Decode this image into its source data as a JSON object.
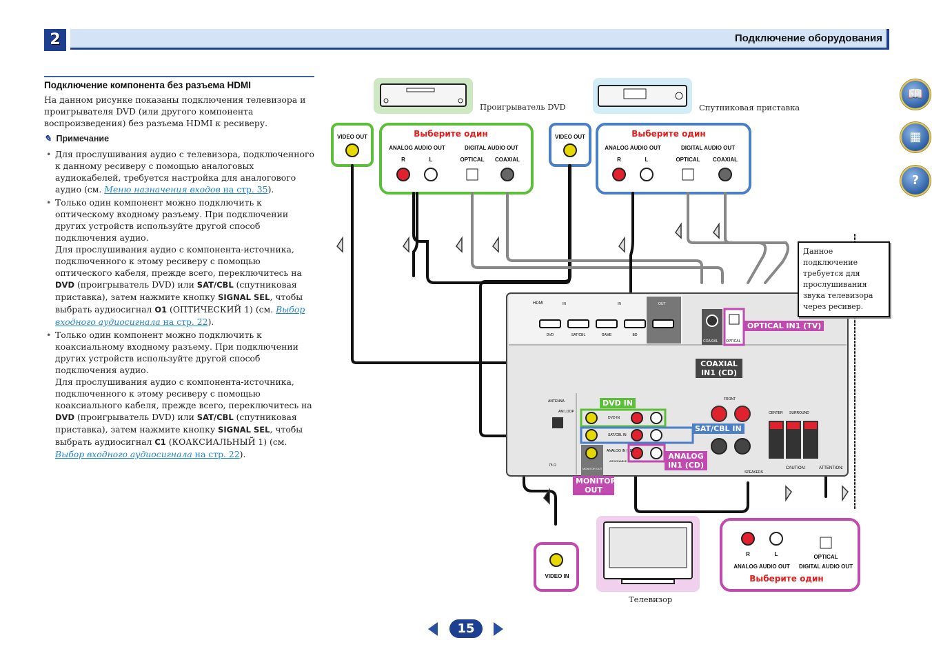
{
  "header": {
    "chapter_number": "2",
    "chapter_title": "Подключение оборудования"
  },
  "section": {
    "title": "Подключение компонента без разъема HDMI",
    "intro": "На данном рисунке показаны подключения телевизора и проигрывателя DVD (или другого компонента воспроизведения) без разъема HDMI к ресиверу."
  },
  "note": {
    "heading": "Примечание",
    "bullets": [
      {
        "text_before": "Для прослушивания аудио с телевизора, подключенного к данному ресиверу с помощью аналоговых аудиокабелей, требуется настройка для аналогового аудио (см. ",
        "link_text": "Меню назначения входов",
        "page_ref": " на стр. 35",
        "text_after": ")."
      },
      {
        "p1": "Только один компонент можно подключить к оптическому входному разъему. При подключении других устройств используйте другой способ подключения аудио.",
        "p2_a": "Для прослушивания аудио с компонента-источника, подключенного к этому ресиверу с помощью оптического кабеля, прежде всего, переключитесь на ",
        "b1": "DVD",
        "p2_b": " (проигрыватель DVD) или ",
        "b2": "SAT/CBL",
        "p2_c": " (спутниковая приставка), затем нажмите кнопку ",
        "b3": "SIGNAL SEL",
        "p2_d": ", чтобы выбрать аудиосигнал ",
        "b4": "O1",
        "p2_e": " (ОПТИЧЕСКИЙ 1) (см. ",
        "link_text": "Выбор входного аудиосигнала",
        "page_ref": " на стр. 22",
        "text_after": ")."
      },
      {
        "p1": "Только один компонент можно подключить к коаксиальному входному разъему. При подключении других устройств используйте другой способ подключения аудио.",
        "p2_a": "Для прослушивания аудио с компонента-источника, подключенного к этому ресиверу с помощью коаксиального кабеля, прежде всего, переключитесь на ",
        "b1": "DVD",
        "p2_b": " (проигрыватель DVD) или ",
        "b2": "SAT/CBL",
        "p2_c": " (спутниковая приставка), затем нажмите кнопку ",
        "b3": "SIGNAL SEL",
        "p2_d": ", чтобы выбрать аудиосигнал ",
        "b4": "C1",
        "p2_e": " (КОАКСИАЛЬНЫЙ 1) (см. ",
        "link_text": "Выбор входного аудиосигнала",
        "page_ref": " на стр. 22",
        "text_after": ")."
      }
    ]
  },
  "side_nav": [
    {
      "icon": "book-icon",
      "glyph": "📖"
    },
    {
      "icon": "remote-receiver-icon",
      "glyph": "▦"
    },
    {
      "icon": "help-troubleshoot-icon",
      "glyph": "?"
    }
  ],
  "diagram": {
    "devices": {
      "dvd_player": "Проигрыватель DVD",
      "sat_box": "Спутниковая приставка",
      "tv": "Телевизор"
    },
    "choose_one": "Выберите один",
    "video_out": "VIDEO OUT",
    "video_in": "VIDEO IN",
    "analog_audio_out": "ANALOG AUDIO OUT",
    "digital_audio_out": "DIGITAL AUDIO OUT",
    "optical": "OPTICAL",
    "coaxial": "COAXIAL",
    "r": "R",
    "l": "L",
    "receiver": {
      "hdmi": "HDMI",
      "in": "IN",
      "out": "OUT",
      "hdmi_ports": [
        "DVD",
        "SAT/CBL",
        "GAME",
        "BD"
      ],
      "antenna": "ANTENNA",
      "am_loop": "AM LOOP",
      "fm_label": "75 Ω",
      "dvd_in_small": "DVD IN",
      "satcbl_in_small": "SAT/CBL IN",
      "analog_in_small": "ANALOG IN (CD)",
      "assignable": "ASSIGNABLE",
      "monitor_out_small": "MONITOR OUT",
      "coaxial_small": "COAXIAL",
      "optical_small": "OPTICAL",
      "in1_cd": "IN 1 (CD)",
      "in1_tv": "IN 1 (TV)",
      "front": "FRONT",
      "center": "CENTER",
      "surround": "SURROUND",
      "speakers": "SPEAKERS",
      "caution": "CAUTION:",
      "attention": "ATTENTION:"
    },
    "tags": {
      "optical_in1_tv": "OPTICAL IN1 (TV)",
      "coaxial_in1_cd": "COAXIAL IN1 (CD)",
      "dvd_in": "DVD IN",
      "satcbl_in": "SAT/CBL IN",
      "analog_in1_cd": "ANALOG IN1 (CD)",
      "monitor_out": "MONITOR OUT"
    },
    "tv_note": "Данное подключение требуется для прослушивания звука телевизора через ресивер.",
    "colors": {
      "dvd_green": "#5cbf3a",
      "sat_blue": "#4a7fc8",
      "tv_magenta": "#c14ab0",
      "rca_red": "#e0212e",
      "rca_yellow": "#e6d800",
      "choose_red": "#e41d1d",
      "header_blue": "#1d3f8f"
    }
  },
  "pagination": {
    "page": "15",
    "prev_label": "previous-page",
    "next_label": "next-page"
  }
}
